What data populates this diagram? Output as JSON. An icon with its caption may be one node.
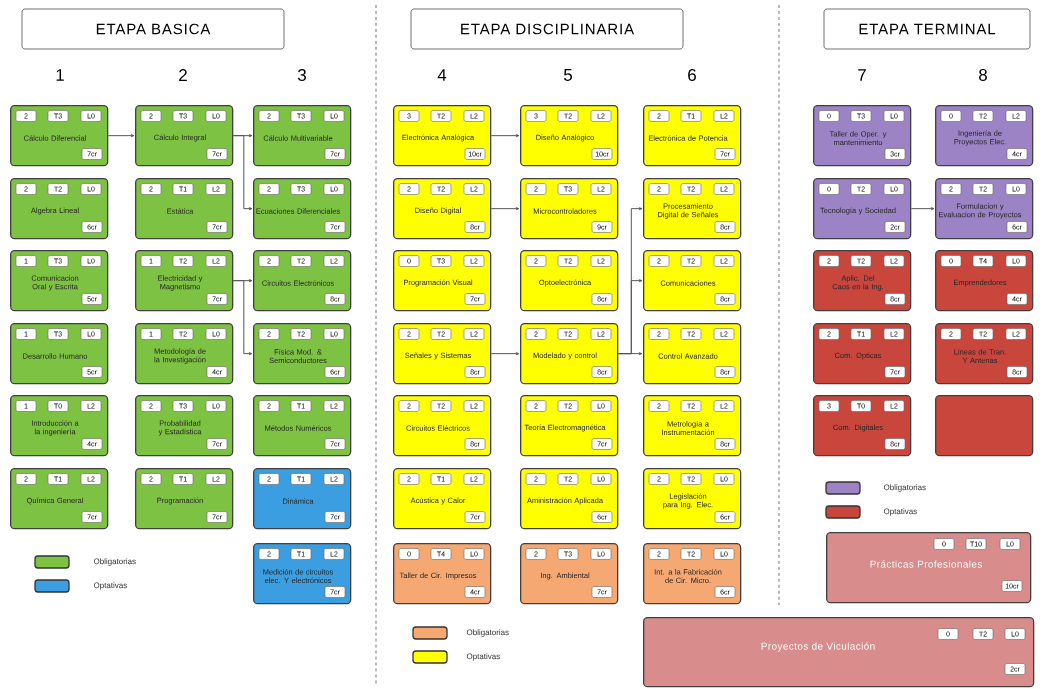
{
  "diagram": {
    "nodes": [
      {
        "text": [
          "ETAPA BASICA"
        ]
      },
      {
        "text": [
          "ETAPA DISCIPLINARIA"
        ]
      },
      {
        "text": [
          "ETAPA TERMINAL"
        ]
      },
      {
        "text": [
          "2",
          "T3",
          "L0",
          "Cálculo Diferencial",
          "7cr"
        ]
      },
      {
        "text": [
          "2",
          "T2",
          "L0",
          "Algebra Lineal",
          "6cr"
        ]
      },
      {
        "text": [
          "1",
          "T3",
          "L0",
          "Comunicacion Oral y Escrita",
          "5cr"
        ]
      },
      {
        "text": [
          "1",
          "T3",
          "L0",
          "Desarrollo Humano",
          "5cr"
        ]
      },
      {
        "text": [
          "1",
          "T0",
          "L2",
          "Introducción a la ingeniería",
          "4cr"
        ]
      },
      {
        "text": [
          "2",
          "T1",
          "L2",
          "Química General",
          "7cr"
        ]
      },
      {
        "text": [
          "2",
          "T3",
          "L0",
          "Cálculo Integral",
          "7cr"
        ]
      },
      {
        "text": [
          "2",
          "T1",
          "L2",
          "Estática",
          "7cr"
        ]
      },
      {
        "text": [
          "1",
          "T2",
          "L2",
          "Electricidad y Magnetismo",
          "7cr"
        ]
      },
      {
        "text": [
          "1",
          "T2",
          "L0",
          "Metodología de la Investigación",
          "4cr"
        ]
      },
      {
        "text": [
          "2",
          "T3",
          "L0",
          "Probabilidad y Estadística",
          "7cr"
        ]
      },
      {
        "text": [
          "2",
          "T1",
          "L2",
          "Programación",
          "7cr"
        ]
      },
      {
        "text": [
          "2",
          "T3",
          "L0",
          "Cálculo Multivariable",
          "7cr"
        ]
      },
      {
        "text": [
          "2",
          "T3",
          "L0",
          "Ecuaciones Diferenciales",
          "7cr"
        ]
      },
      {
        "text": [
          "2",
          "T2",
          "L2",
          "Circuitos Electrónicos",
          "8cr"
        ]
      },
      {
        "text": [
          "2",
          "T2",
          "L0",
          "Física Mod. & Semiconductores",
          "6cr"
        ]
      },
      {
        "text": [
          "2",
          "T1",
          "L2",
          "Métodos Numéricos",
          "7cr"
        ]
      },
      {
        "text": [
          "2",
          "T1",
          "L2",
          "Dinámica",
          "7cr"
        ]
      },
      {
        "text": [
          "2",
          "T1",
          "L2",
          "Medición de circuitos elec. Y electrónicos",
          "7cr"
        ]
      },
      {
        "text": [
          "3",
          "T2",
          "L2",
          "Electrónica Analógica",
          "10cr"
        ]
      },
      {
        "text": [
          "2",
          "T2",
          "L2",
          "Diseño Digital",
          "8cr"
        ]
      },
      {
        "text": [
          "0",
          "T3",
          "L2",
          "Programación Visual",
          "7cr"
        ]
      },
      {
        "text": [
          "2",
          "T2",
          "L2",
          "Señales y Sistemas",
          "8cr"
        ]
      },
      {
        "text": [
          "2",
          "T2",
          "L2",
          "Circuitos Eléctricos",
          "8cr"
        ]
      },
      {
        "text": [
          "2",
          "T1",
          "L2",
          "Acústica y Calor",
          "7cr"
        ]
      },
      {
        "text": [
          "0",
          "T4",
          "L0",
          "Taller de Cir. Impresos",
          "4cr"
        ]
      },
      {
        "text": [
          "3",
          "T2",
          "L2",
          "Diseño Analógico",
          "10cr"
        ]
      },
      {
        "text": [
          "2",
          "T3",
          "L2",
          "Microcontroladores",
          "9cr"
        ]
      },
      {
        "text": [
          "2",
          "T2",
          "L2",
          "Optoelectrónica",
          "8cr"
        ]
      },
      {
        "text": [
          "2",
          "T2",
          "L2",
          "Modelado y control",
          "8cr"
        ]
      },
      {
        "text": [
          "2",
          "T2",
          "L0",
          "Teoría Electromagnética",
          "7cr"
        ]
      },
      {
        "text": [
          "2",
          "T2",
          "L0",
          "Aministración Aplicada",
          "6cr"
        ]
      },
      {
        "text": [
          "2",
          "T3",
          "L0",
          "Ing. Ambiental",
          "7cr"
        ]
      },
      {
        "text": [
          "2",
          "T1",
          "L2",
          "Electrónica de Potencia",
          "7cr"
        ]
      },
      {
        "text": [
          "2",
          "T2",
          "L2",
          "Procesamiento Digital de Señales",
          "8cr"
        ]
      },
      {
        "text": [
          "2",
          "T2",
          "L2",
          "Comunicaciones",
          "8cr"
        ]
      },
      {
        "text": [
          "2",
          "T2",
          "L2",
          "Control Avanzado",
          "8cr"
        ]
      },
      {
        "text": [
          "2",
          "T2",
          "L2",
          "Metrología a Instrumentación",
          "8cr"
        ]
      },
      {
        "text": [
          "2",
          "T2",
          "L0",
          "Legislación para Ing. Elec.",
          "6cr"
        ]
      },
      {
        "text": [
          "2",
          "T2",
          "L0",
          "Int. a la Fabricación de Cir. Micro.",
          "6cr"
        ]
      },
      {
        "text": [
          "0",
          "T3",
          "L0",
          "Taller de Oper. y mantenimiento",
          "3cr"
        ]
      },
      {
        "text": [
          "0",
          "T2",
          "L0",
          "Tecnología y Sociedad",
          "2cr"
        ]
      },
      {
        "text": [
          "2",
          "T2",
          "L2",
          "Aplic. Del Caos en la Ing.",
          "8cr"
        ]
      },
      {
        "text": [
          "2",
          "T1",
          "L2",
          "Com. Opticas",
          "7cr"
        ]
      },
      {
        "text": [
          "3",
          "T0",
          "L2",
          "Com. Digitales",
          "8cr"
        ]
      },
      {
        "text": [
          "0",
          "T2",
          "L2",
          "Ingeniería de Proyectos Elec.",
          "4cr"
        ]
      },
      {
        "text": [
          "2",
          "T2",
          "L0",
          "Formulacion y Evaluacion de Proyectos",
          "6cr"
        ]
      },
      {
        "text": [
          "0",
          "T4",
          "L0",
          "Emprendedores",
          "4cr"
        ]
      },
      {
        "text": [
          "2",
          "T2",
          "L2",
          "Lineas de Tran. Y Antenas",
          "8cr"
        ]
      },
      {
        "text": [],
        "shape": "box"
      },
      {
        "text": [
          "0",
          "T10",
          "L0",
          "Prácticas Profesionales",
          "10cr"
        ]
      },
      {
        "text": [
          "0",
          "T2",
          "L0",
          "Proyectos de Viculación",
          "2cr"
        ]
      }
    ],
    "edges": [
      {
        "from": 3,
        "to": 9,
        "arrow": "to"
      },
      {
        "from": 9,
        "to": 15,
        "arrow": "to"
      },
      {
        "from": 9,
        "to": 16,
        "arrow": "to"
      },
      {
        "from": 11,
        "to": 17,
        "arrow": "to"
      },
      {
        "from": 11,
        "to": 18,
        "arrow": "to"
      },
      {
        "from": 22,
        "to": 29,
        "arrow": "to"
      },
      {
        "from": 23,
        "to": 30,
        "arrow": "to"
      },
      {
        "from": 25,
        "to": 32,
        "arrow": "to"
      },
      {
        "from": 32,
        "to": 37,
        "arrow": "to"
      },
      {
        "from": 32,
        "to": 38,
        "arrow": "to"
      },
      {
        "from": 32,
        "to": 39,
        "arrow": "to"
      },
      {
        "from": 44,
        "to": 49,
        "arrow": "to"
      }
    ],
    "labels": [
      "1",
      "2",
      "3",
      "4",
      "5",
      "6",
      "7",
      "8"
    ],
    "legend": [
      {
        "text": "Obligatorias",
        "color": "#7dc242"
      },
      {
        "text": "Optativas",
        "color": "#3b9ee0"
      },
      {
        "text": "Obligatorias",
        "color": "#f6a872"
      },
      {
        "text": "Optativas",
        "color": "#ffff00"
      },
      {
        "text": "Obligatorias",
        "color": "#9b83c6"
      },
      {
        "text": "Optativas",
        "color": "#c9463d"
      }
    ]
  }
}
